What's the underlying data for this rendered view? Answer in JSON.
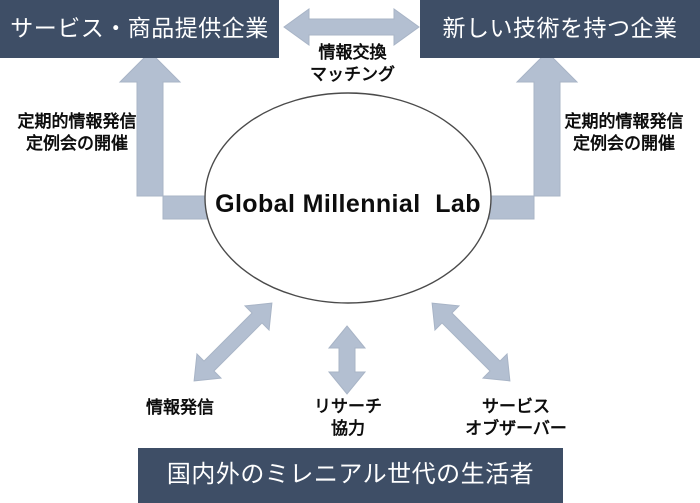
{
  "diagram": {
    "title_center": "Global Millennial  Lab",
    "boxes": {
      "top_left": "サービス・商品提供企業",
      "top_right": "新しい技術を持つ企業",
      "bottom": "国内外のミレニアル世代の生活者"
    },
    "labels": {
      "exchange": "情報交換\nマッチング",
      "left_flow": "定期的情報発信\n定例会の開催",
      "right_flow": "定期的情報発信\n定例会の開催",
      "bottom_left": "情報発信",
      "bottom_center": "リサーチ\n協力",
      "bottom_right": "サービス\nオブザーバー"
    },
    "colors": {
      "box_fill": "#3e4e66",
      "box_text": "#ffffff",
      "arrow_fill": "#b3bfd1",
      "arrow_stroke": "#aab6c8",
      "ellipse_stroke": "#4b4b4b",
      "ellipse_fill": "#ffffff",
      "label_text": "#0d0d0d",
      "background": "#ffffff"
    },
    "icons": {
      "exchange_arrow": "double-headed-horizontal-arrow",
      "left_elbow_arrow": "elbow-arrow-up",
      "right_elbow_arrow": "elbow-arrow-up",
      "bottom_left_arrow": "double-headed-diagonal-arrow",
      "bottom_center_arrow": "double-headed-vertical-arrow",
      "bottom_right_arrow": "double-headed-diagonal-arrow"
    }
  }
}
